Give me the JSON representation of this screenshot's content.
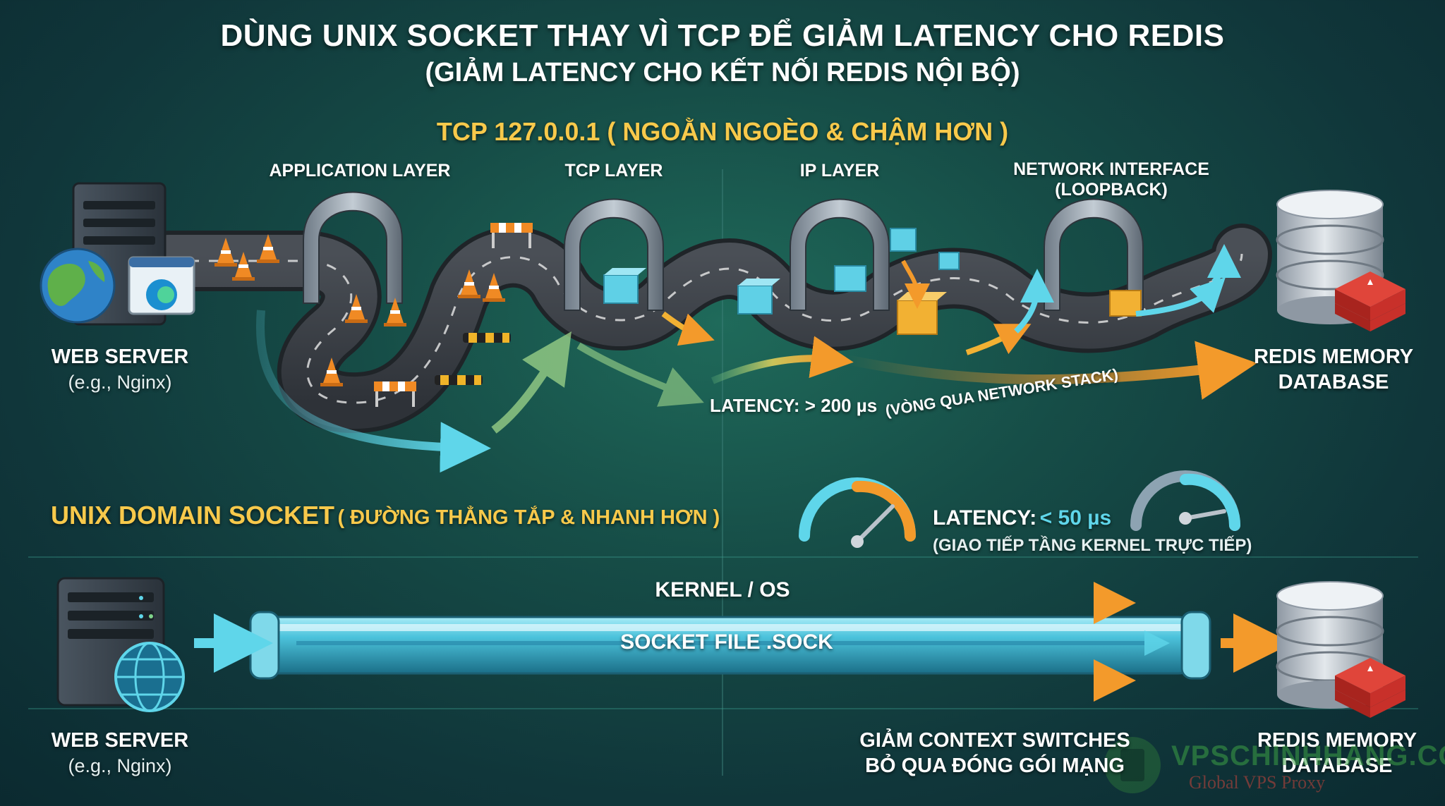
{
  "header": {
    "title": "DÙNG UNIX SOCKET THAY VÌ TCP ĐỂ GIẢM LATENCY CHO REDIS",
    "subtitle": "(GIẢM LATENCY CHO KẾT NỐI REDIS NỘI BỘ)"
  },
  "tcp_section": {
    "title": "TCP 127.0.0.1 ( NGOẰN NGOÈO & CHẬM HƠN )",
    "layers": [
      {
        "label": "APPLICATION LAYER"
      },
      {
        "label": "TCP LAYER"
      },
      {
        "label": "IP LAYER"
      },
      {
        "label": "NETWORK INTERFACE"
      },
      {
        "label": "(LOOPBACK)"
      }
    ],
    "latency_label": "LATENCY: > 200 µs",
    "latency_note": "(VÒNG QUA NETWORK STACK)",
    "source": {
      "name": "WEB SERVER",
      "sub": "(e.g., Nginx)"
    },
    "target": {
      "name": "REDIS MEMORY",
      "name2": "DATABASE"
    }
  },
  "unix_section": {
    "title": "UNIX DOMAIN SOCKET",
    "title_note": "( ĐƯỜNG THẲNG TẮP & NHANH HƠN )",
    "latency_prefix": "LATENCY:",
    "latency_value": "< 50 µs",
    "latency_note": "(GIAO TIẾP TẦNG KERNEL TRỰC TIẾP)",
    "kernel_label": "KERNEL / OS",
    "pipe_label": "SOCKET FILE .SOCK",
    "benefit_1": "GIẢM CONTEXT SWITCHES",
    "benefit_2": "BỎ QUA ĐÓNG GÓI MẠNG",
    "source": {
      "name": "WEB SERVER",
      "sub": "(e.g., Nginx)"
    },
    "target": {
      "name": "REDIS MEMORY",
      "name2": "DATABASE"
    }
  },
  "watermark": {
    "brand": "VPSCHINHHANG.COM",
    "tagline": "Global VPS Proxy"
  },
  "colors": {
    "accent_yellow": "#f7c94b",
    "cyan": "#5fd6ea",
    "orange": "#f39a2b",
    "road": "#3a3f45",
    "redis_red": "#c8302a"
  }
}
